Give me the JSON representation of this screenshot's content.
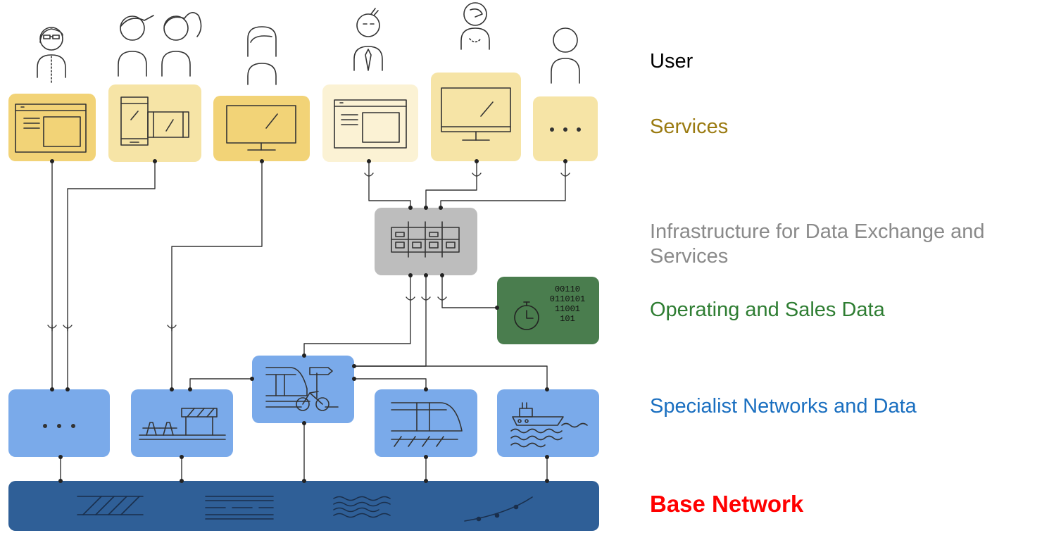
{
  "layers": {
    "user": {
      "label": "User",
      "color": "#000000"
    },
    "services": {
      "label": "Services",
      "color": "#9a7a10"
    },
    "infrastructure": {
      "label": "Infrastructure for Data Exchange and Services",
      "color": "#8a8a8a"
    },
    "operating_data": {
      "label": "Operating and Sales Data",
      "color": "#2e7d32"
    },
    "specialist": {
      "label": "Specialist Networks and Data",
      "color": "#1a6fc0"
    },
    "base": {
      "label": "Base Network",
      "color": "#ff0000"
    }
  },
  "colors": {
    "service_dark": "#f2d377",
    "service_mid": "#f6e4a6",
    "service_light": "#fbf2d4",
    "infra_box": "#bdbdbd",
    "ops_box": "#4a7d4e",
    "specialist_box": "#7aaaea",
    "base_band": "#2f5f97",
    "line": "#333333"
  },
  "boxes": {
    "ops_binary": [
      "00110",
      "0110101",
      "11001",
      "101"
    ],
    "ellipsis": "• • •"
  }
}
